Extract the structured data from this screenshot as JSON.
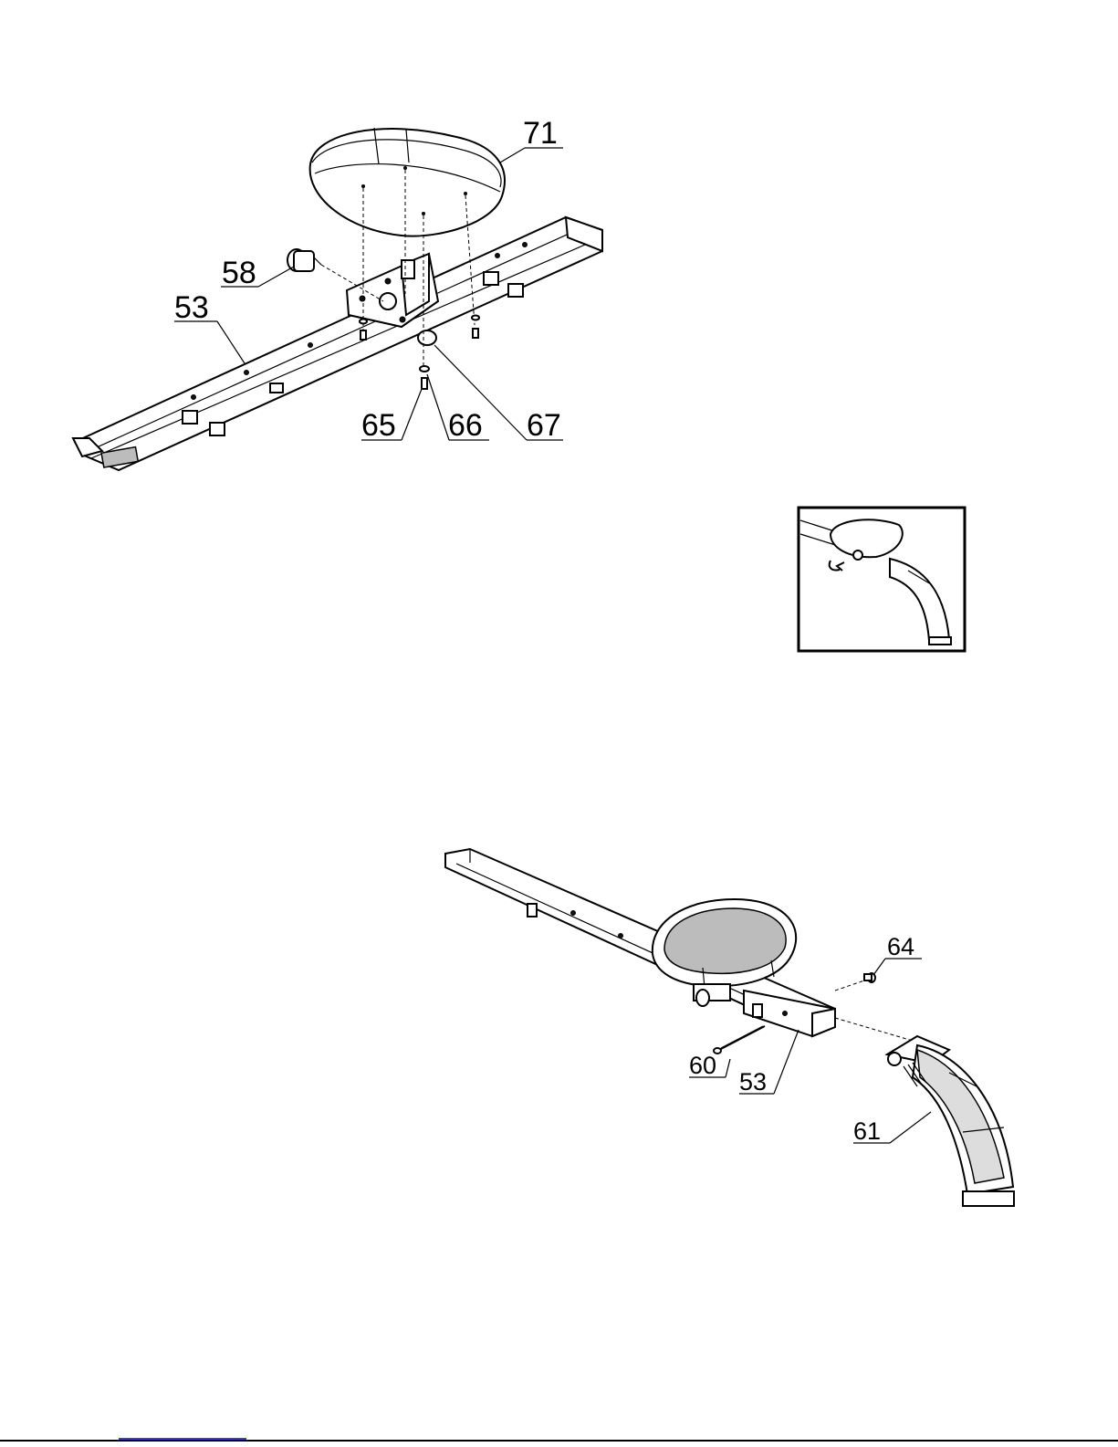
{
  "figure_top": {
    "callouts": [
      "71",
      "58",
      "53",
      "65",
      "66",
      "67"
    ]
  },
  "figure_bottom": {
    "callouts": [
      "64",
      "60",
      "53",
      "61"
    ]
  }
}
